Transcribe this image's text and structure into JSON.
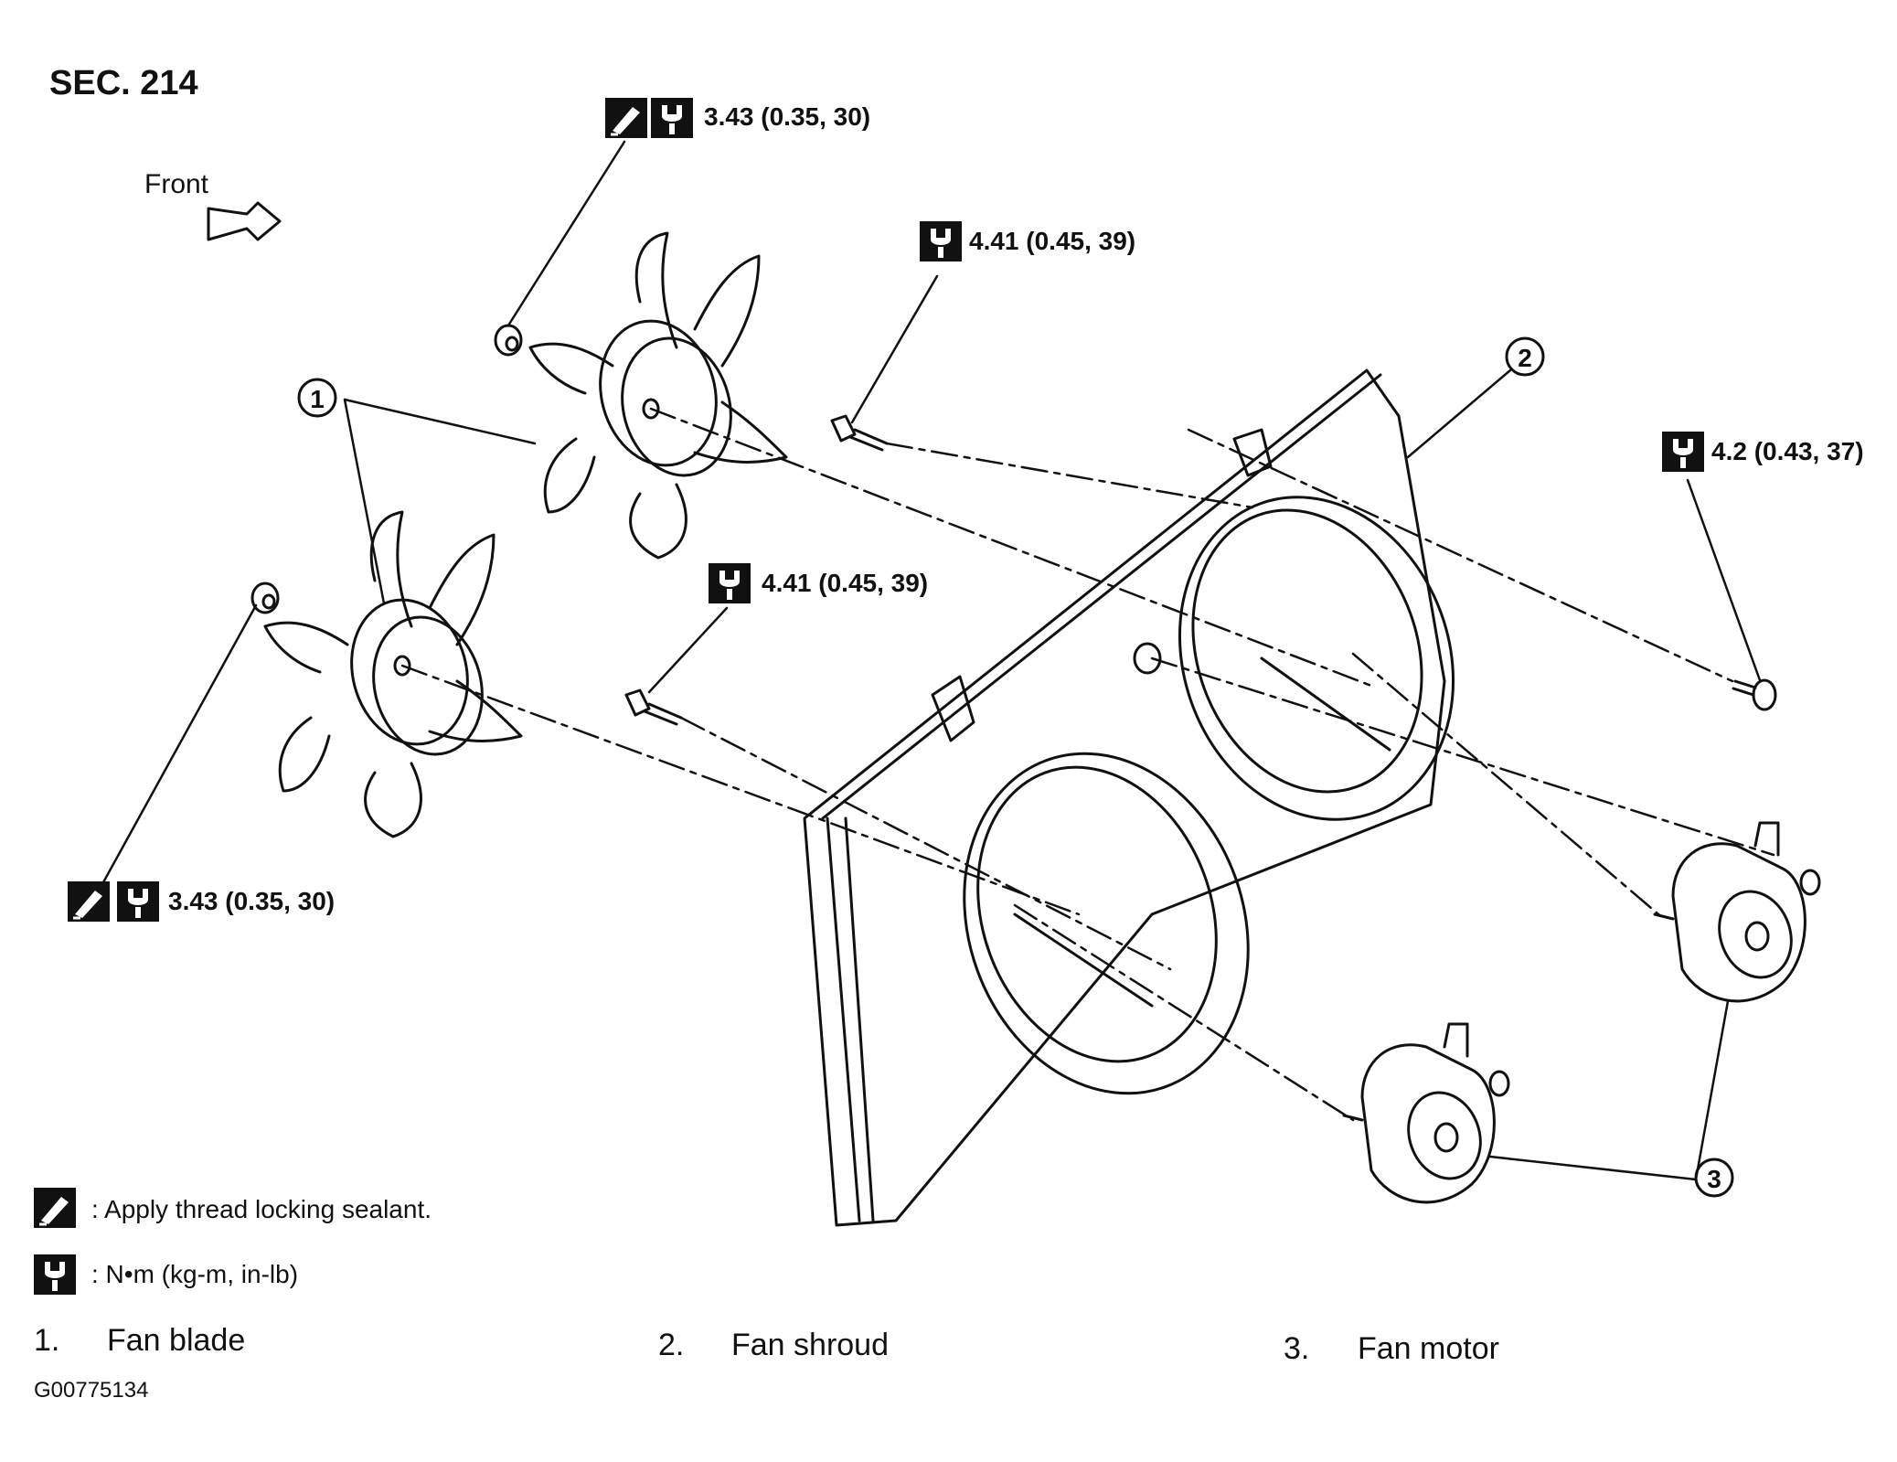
{
  "header": {
    "section": "SEC. 214",
    "front_label": "Front"
  },
  "torque_specs": [
    {
      "id": "t1",
      "value": "3.43 (0.35, 30)",
      "icons": [
        "sealant-icon",
        "torque-wrench-icon"
      ]
    },
    {
      "id": "t2",
      "value": "4.41 (0.45, 39)",
      "icons": [
        "torque-wrench-icon"
      ]
    },
    {
      "id": "t3",
      "value": "4.2 (0.43, 37)",
      "icons": [
        "torque-wrench-icon"
      ]
    },
    {
      "id": "t4",
      "value": "4.41 (0.45, 39)",
      "icons": [
        "torque-wrench-icon"
      ]
    },
    {
      "id": "t5",
      "value": "3.43 (0.35, 30)",
      "icons": [
        "sealant-icon",
        "torque-wrench-icon"
      ]
    }
  ],
  "callouts": [
    "1",
    "2",
    "3"
  ],
  "legend": [
    {
      "icon": "sealant-icon",
      "text": ": Apply thread locking sealant."
    },
    {
      "icon": "torque-wrench-icon",
      "text": ":  N•m  (kg-m,  in-lb)"
    }
  ],
  "parts": [
    {
      "num": "1.",
      "name": "Fan blade"
    },
    {
      "num": "2.",
      "name": "Fan shroud"
    },
    {
      "num": "3.",
      "name": "Fan motor"
    }
  ],
  "figure_code": "G00775134"
}
